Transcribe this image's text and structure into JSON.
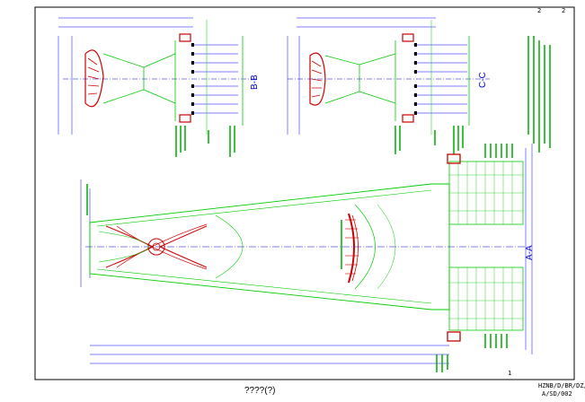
{
  "sheet": {
    "page_no": "2",
    "page_total": "2",
    "title": "????(?)",
    "drawing_no_line1": "HZNB/D/BR/DZ/",
    "drawing_no_line2": "A/SD/002",
    "corner_mark": "1"
  },
  "views": {
    "section_b": "B-B",
    "section_c": "C-C",
    "plan_a": "A-A"
  },
  "colors": {
    "outline": "#00cc00",
    "rebar": "#cc0000",
    "dimension": "#0000ff",
    "dimension_text": "#00aa00",
    "centerline": "#0000cc",
    "frame": "#000000"
  }
}
